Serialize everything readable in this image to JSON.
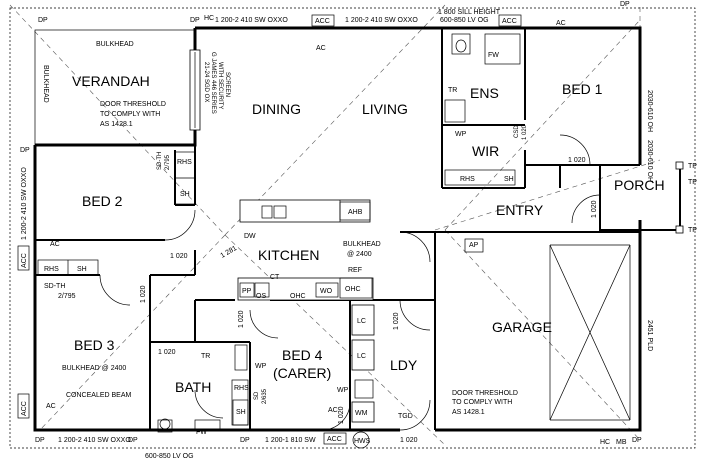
{
  "rooms": {
    "verandah": "VERANDAH",
    "dining": "DINING",
    "living": "LIVING",
    "ens": "ENS",
    "bed1": "BED 1",
    "wir": "WIR",
    "porch": "PORCH",
    "entry": "ENTRY",
    "bed2": "BED 2",
    "kitchen": "KITCHEN",
    "garage": "GARAGE",
    "bed3": "BED 3",
    "bed4_line1": "BED 4",
    "bed4_line2": "(CARER)",
    "bath": "BATH",
    "ldy": "LDY"
  },
  "windows": {
    "top1": "1 200-2 410 SW OXXO",
    "top2": "1 200-2 410 SW OXXO",
    "top3_line1": "1 800 SILL HEIGHT",
    "top3_line2": "600-850 LV OG",
    "left1": "1 200-2 410 SW OXXO",
    "right1": "2030-610 OH",
    "right2": "2030-610 OH",
    "bottom1": "1 200-2 410 SW OXXO",
    "bottom2": "1 200-1 810 SW",
    "bottom3": "600-850 LV OG",
    "garage_door": "2451 PLD",
    "glazed_line1": "21-24 SGD OX",
    "glazed_line2": "G JAMES 446 SERIES",
    "glazed_line3": "WITH SECURITY",
    "glazed_line4": "SCREEN"
  },
  "notes": {
    "bulkhead_top": "BULKHEAD",
    "bulkhead_left": "BULKHEAD",
    "door_threshold_1_l1": "DOOR THRESHOLD",
    "door_threshold_1_l2": "TO COMPLY WITH",
    "door_threshold_1_l3": "AS 1428.1",
    "door_threshold_2_l1": "DOOR THRESHOLD",
    "door_threshold_2_l2": "TO COMPLY WITH",
    "door_threshold_2_l3": "AS 1428.1",
    "bulkhead_kitchen_l1": "BULKHEAD",
    "bulkhead_kitchen_l2": "@ 2400",
    "bulkhead_bed3": "BULKHEAD @ 2400",
    "concealed_beam": "CONCEALED BEAM",
    "sdth_bed2_l1": "SD-TH",
    "sdth_bed2_l2": "2/795",
    "sdth_bed3_l1": "SD-TH",
    "sdth_bed3_l2": "2/795",
    "sd_bath_l1": "SD",
    "sd_bath_l2": "2/635",
    "csd_l1": "CSD",
    "csd_l2": "1 020"
  },
  "door_sizes": {
    "bed1": "1 020",
    "bed2": "1 020",
    "bed3": "1 020",
    "bed4_side": "1 020",
    "bath": "1 020",
    "bed4_bottom": "1 020",
    "ldy_side": "1 020",
    "ldy_bottom": "1 020",
    "porch": "1 020",
    "corridor": "1 281"
  },
  "fixtures": {
    "dp": "DP",
    "hc": "HC",
    "mb": "MB",
    "tp": "TP",
    "acc": "ACC",
    "ac": "AC",
    "fw": "FW",
    "tr": "TR",
    "wp": "WP",
    "rhs": "RHS",
    "sh": "SH",
    "ahb": "AHB",
    "dw": "DW",
    "ct": "CT",
    "pp": "PP",
    "os": "OS",
    "ohc": "OHC",
    "wo": "WO",
    "ref": "REF",
    "lc": "LC",
    "wm": "WM",
    "tgd": "TGD",
    "hws": "HWS",
    "ap": "AP"
  },
  "colors": {
    "line": "#000000",
    "paper": "#ffffff"
  }
}
